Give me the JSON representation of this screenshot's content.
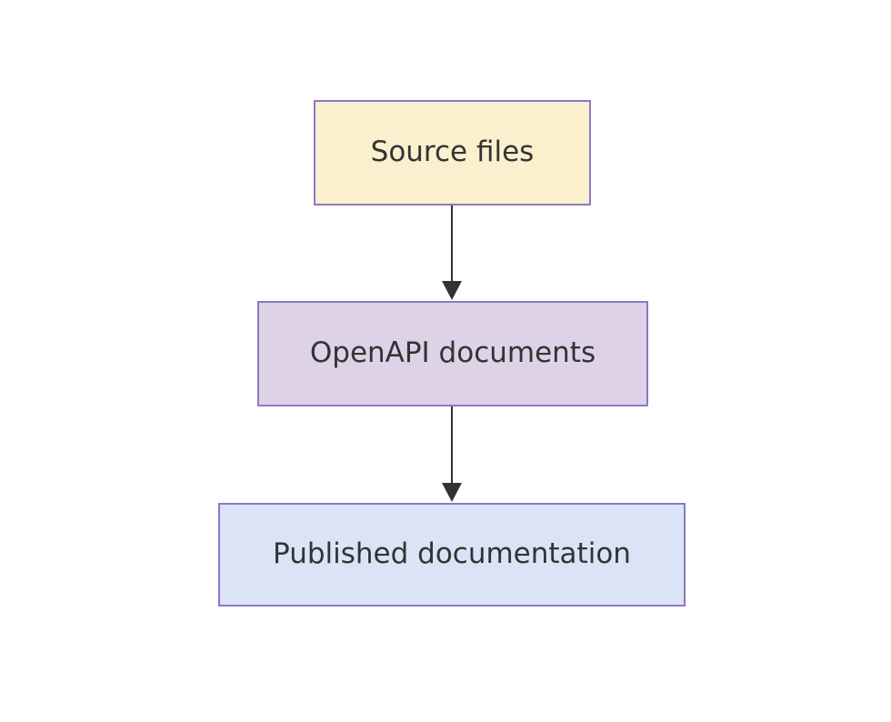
{
  "diagram": {
    "type": "flowchart",
    "direction": "top-down",
    "nodes": [
      {
        "id": "source",
        "label": "Source files",
        "fill": "#faf0ce",
        "border": "#8c77c9"
      },
      {
        "id": "openapi",
        "label": "OpenAPI documents",
        "fill": "#ddd2e6",
        "border": "#8c77c9"
      },
      {
        "id": "published",
        "label": "Published documentation",
        "fill": "#dbe4f6",
        "border": "#8c77c9"
      }
    ],
    "edges": [
      {
        "from": "source",
        "to": "openapi"
      },
      {
        "from": "openapi",
        "to": "published"
      }
    ],
    "colors": {
      "background": "#ffffff",
      "arrow": "#333333",
      "text": "#333333"
    }
  }
}
